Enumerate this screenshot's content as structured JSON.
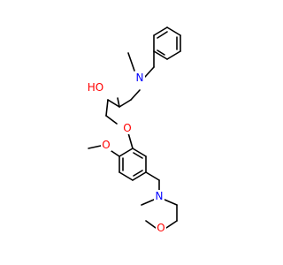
{
  "colors": {
    "bond": "#000000",
    "oxygen": "#ff0000",
    "nitrogen": "#0000ff",
    "background": "#ffffff"
  },
  "atoms": {
    "ho": "HO",
    "n_benzyl": "N",
    "o_ether": "O",
    "o_methoxy_aryl": "O",
    "n_amine": "N",
    "o_methoxy_chain": "O"
  }
}
